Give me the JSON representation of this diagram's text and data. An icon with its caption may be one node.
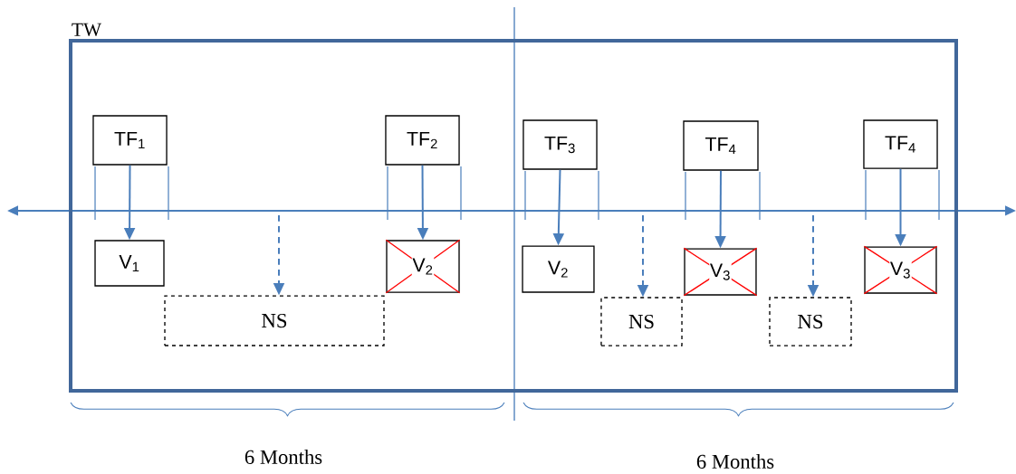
{
  "diagram": {
    "nodes": [
      {
        "text": [
          "TW"
        ]
      },
      {
        "text": [
          "TF$_{1}$"
        ],
        "in": 0
      },
      {
        "text": [
          "V$_{1}$"
        ],
        "in": 0
      },
      {
        "text": [
          "TF$_{2}$"
        ],
        "in": 0
      },
      {
        "text": [
          "V$_{2}$"
        ],
        "in": 0
      },
      {
        "text": [
          "NS"
        ],
        "in": 0
      },
      {
        "text": [
          "TF$_{3}$"
        ],
        "in": 0
      },
      {
        "text": [
          "V$_{2}$"
        ],
        "in": 0
      },
      {
        "text": [
          "NS"
        ],
        "in": 0
      },
      {
        "text": [
          "TF$_{4}$"
        ],
        "in": 0
      },
      {
        "text": [
          "V$_{3}$"
        ],
        "in": 0
      },
      {
        "text": [
          "NS"
        ],
        "in": 0
      },
      {
        "text": [
          "TF$_{4}$"
        ],
        "in": 0
      },
      {
        "text": [
          "V$_{3}$"
        ],
        "in": 0
      }
    ],
    "edges": [
      {
        "from": 1,
        "to": 2,
        "arrow": "to"
      },
      {
        "from": 3,
        "to": 4,
        "arrow": "to"
      },
      {
        "from": null,
        "to": 5,
        "arrow": "to",
        "style": "dashed"
      },
      {
        "from": 6,
        "to": 7,
        "arrow": "to"
      },
      {
        "from": null,
        "to": 8,
        "arrow": "to",
        "style": "dashed"
      },
      {
        "from": 9,
        "to": 10,
        "arrow": "to"
      },
      {
        "from": null,
        "to": 11,
        "arrow": "to",
        "style": "dashed"
      },
      {
        "from": 12,
        "to": 13,
        "arrow": "to"
      }
    ],
    "labels": [
      "6 Months",
      "6 Months"
    ]
  }
}
